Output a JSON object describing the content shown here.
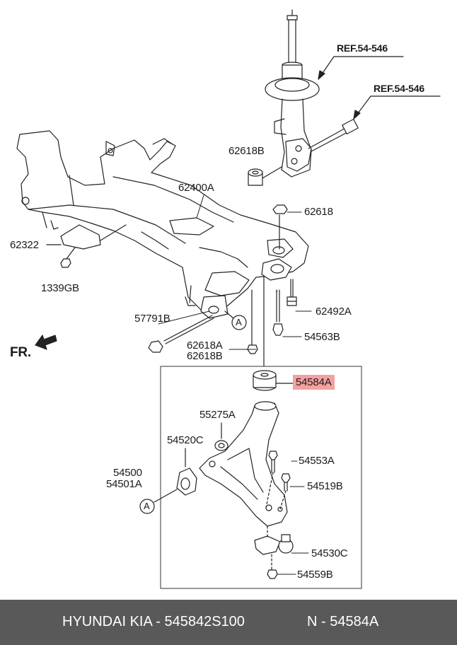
{
  "labels": {
    "ref1": "REF.54-546",
    "ref2": "REF.54-546",
    "p62618B": "62618B",
    "p62400A": "62400A",
    "p62618": "62618",
    "p62322": "62322",
    "p1339GB": "1339GB",
    "p57791B": "57791B",
    "p62492A": "62492A",
    "p54563B": "54563B",
    "p62618A": "62618A",
    "p62618B2": "62618B",
    "p54584A": "54584A",
    "p55275A": "55275A",
    "p54520C": "54520C",
    "p54553A": "54553A",
    "p54500": "54500",
    "p54501A": "54501A",
    "p54519B": "54519B",
    "p54530C": "54530C",
    "p54559B": "54559B",
    "fr": "FR.",
    "marker": "A"
  },
  "colors": {
    "highlight": "#f5a0a0",
    "footer_bg": "#595959",
    "line": "#222222"
  },
  "footer": {
    "brand": "HYUNDAI  KIA - 545842S100",
    "part": "N - 54584A"
  }
}
